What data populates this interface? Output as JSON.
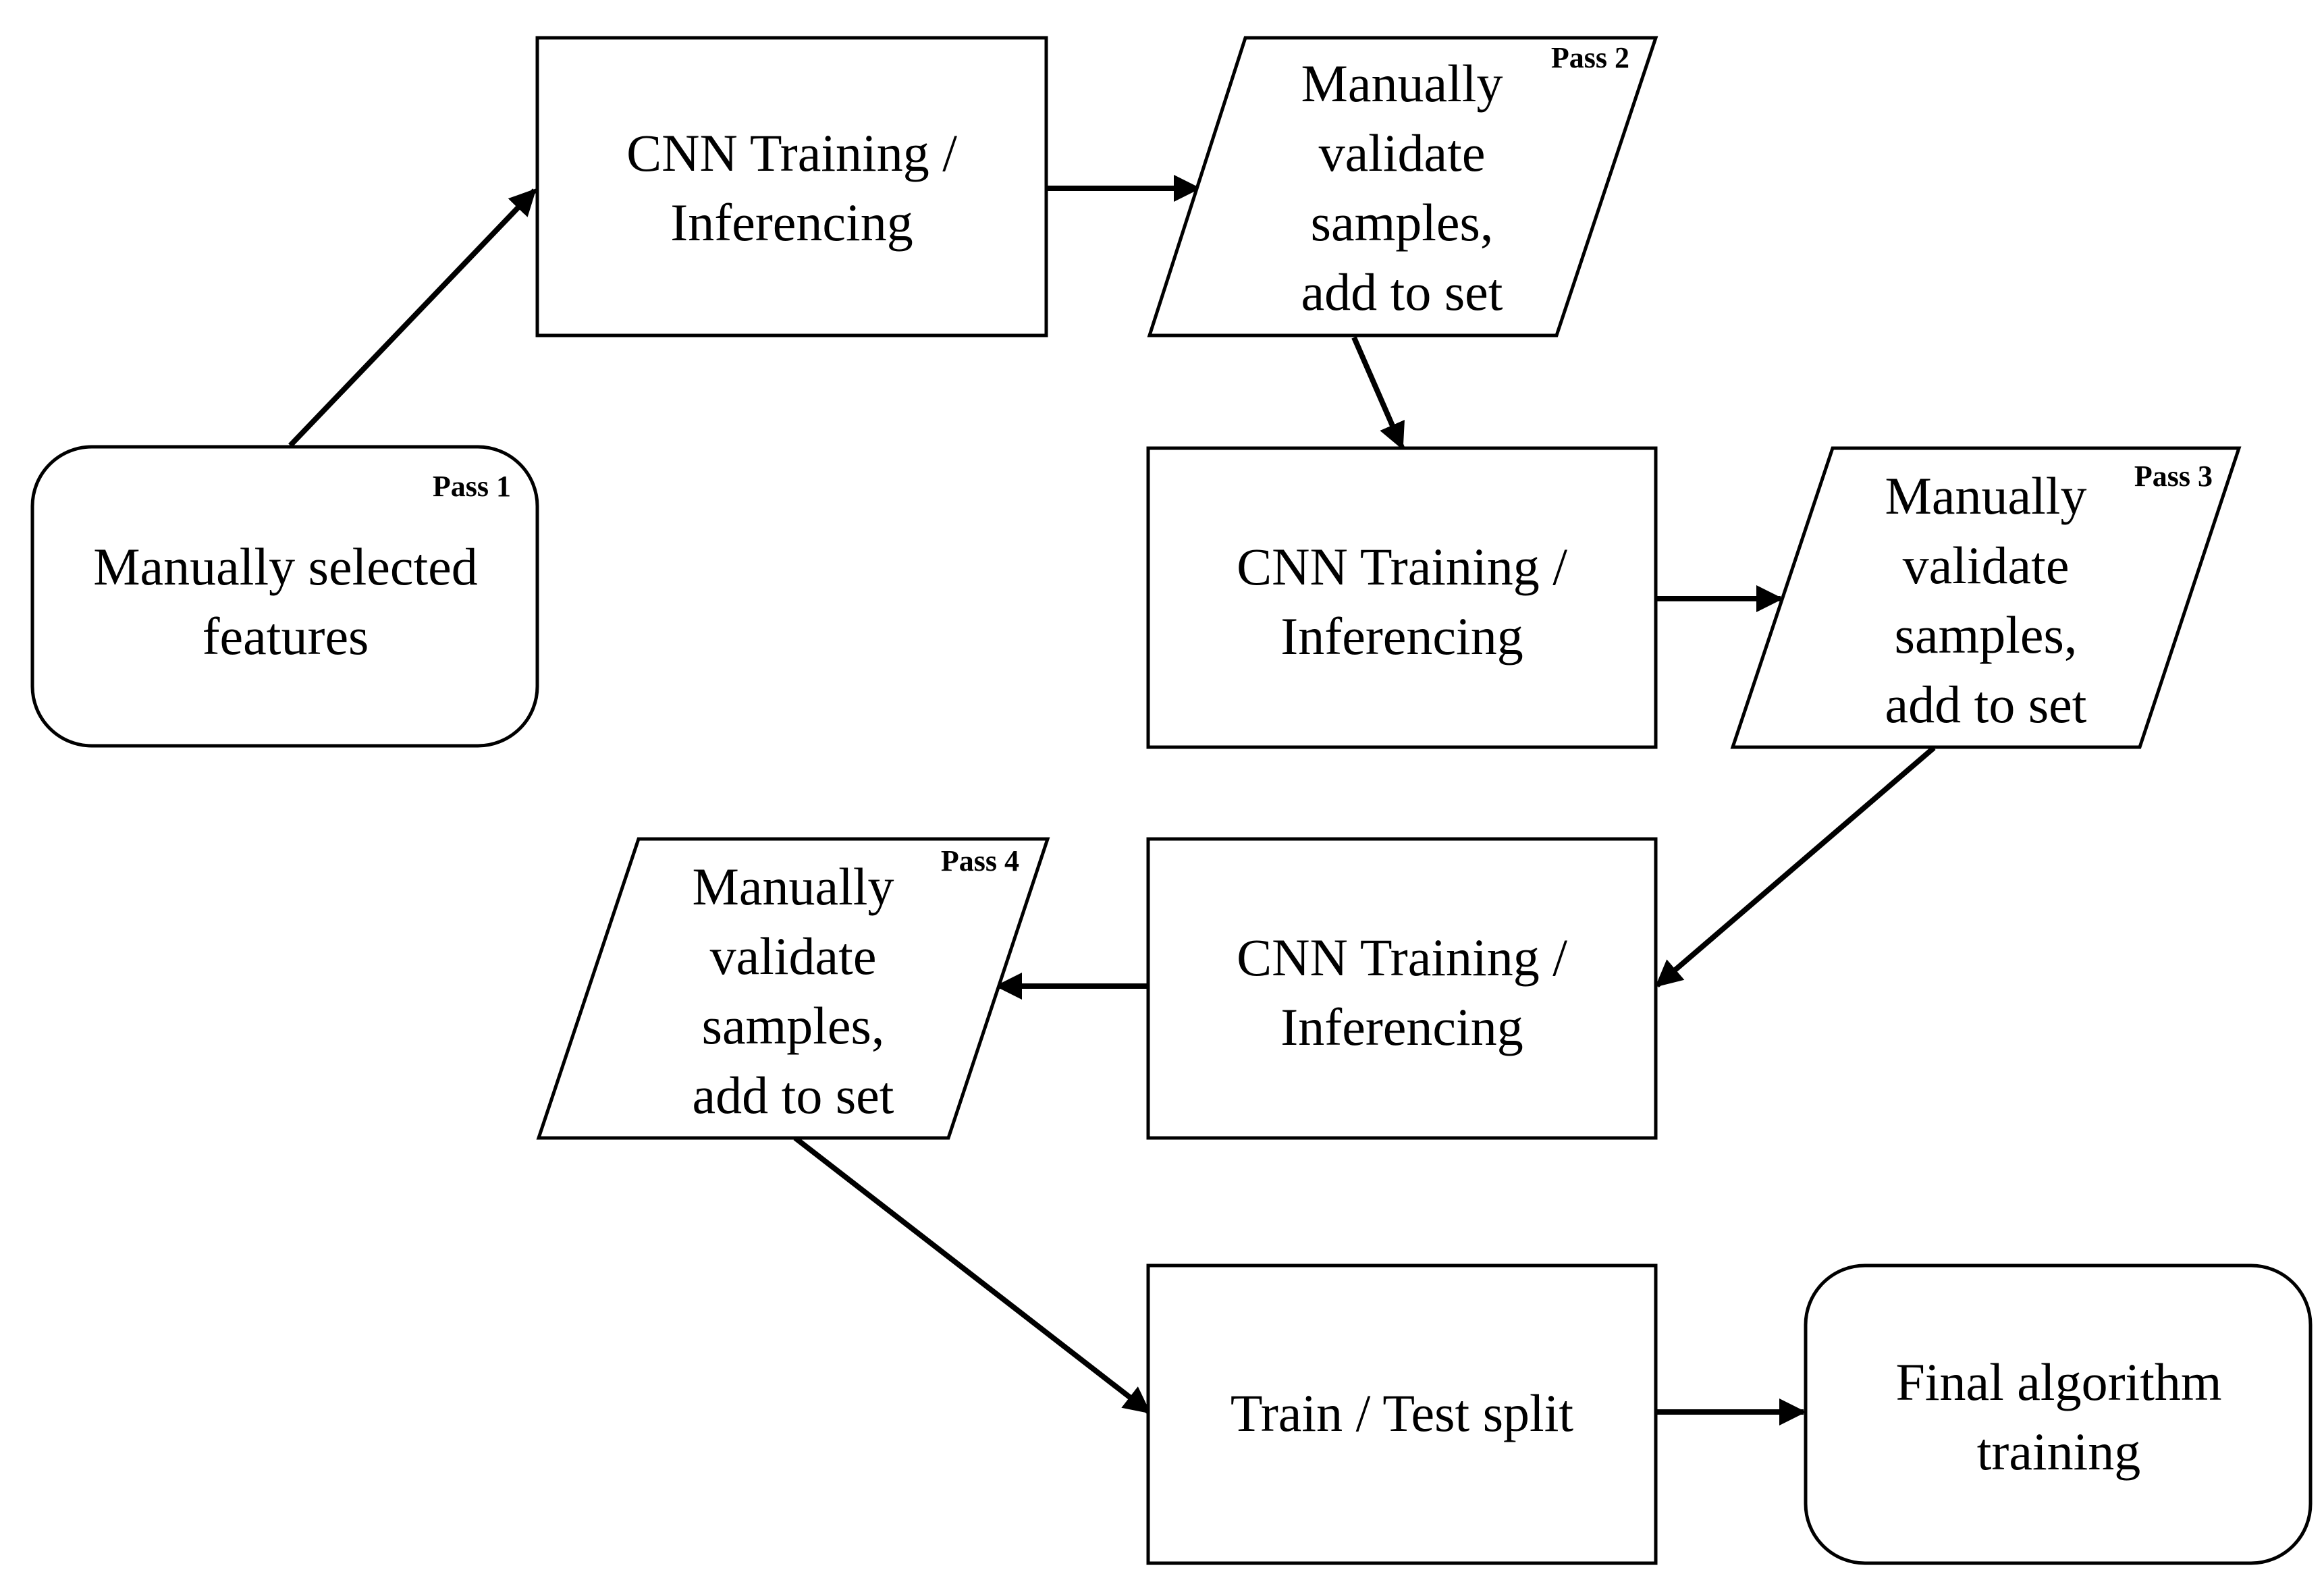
{
  "colors": {
    "stroke": "#000000",
    "background": "#ffffff"
  },
  "nodes": {
    "start": {
      "shape": "rounded-rect",
      "pass": "Pass 1",
      "lines": [
        "Manually selected",
        "features"
      ]
    },
    "cnn1": {
      "shape": "rect",
      "lines": [
        "CNN Training  /",
        "Inferencing"
      ]
    },
    "validate2": {
      "shape": "parallelogram",
      "pass": "Pass 2",
      "lines": [
        "Manually",
        "validate",
        "samples,",
        "add to set"
      ]
    },
    "cnn2": {
      "shape": "rect",
      "lines": [
        "CNN Training  /",
        "Inferencing"
      ]
    },
    "validate3": {
      "shape": "parallelogram",
      "pass": "Pass 3",
      "lines": [
        "Manually",
        "validate",
        "samples,",
        "add to set"
      ]
    },
    "cnn3": {
      "shape": "rect",
      "lines": [
        "CNN Training  /",
        "Inferencing"
      ]
    },
    "validate4": {
      "shape": "parallelogram",
      "pass": "Pass 4",
      "lines": [
        "Manually",
        "validate",
        "samples,",
        "add to set"
      ]
    },
    "split": {
      "shape": "rect",
      "lines": [
        "Train / Test split"
      ]
    },
    "final": {
      "shape": "rounded-rect",
      "lines": [
        "Final algorithm",
        "training"
      ]
    }
  },
  "edges": [
    {
      "from": "start",
      "to": "cnn1"
    },
    {
      "from": "cnn1",
      "to": "validate2"
    },
    {
      "from": "validate2",
      "to": "cnn2"
    },
    {
      "from": "cnn2",
      "to": "validate3"
    },
    {
      "from": "validate3",
      "to": "cnn3"
    },
    {
      "from": "cnn3",
      "to": "validate4"
    },
    {
      "from": "validate4",
      "to": "split"
    },
    {
      "from": "split",
      "to": "final"
    }
  ]
}
